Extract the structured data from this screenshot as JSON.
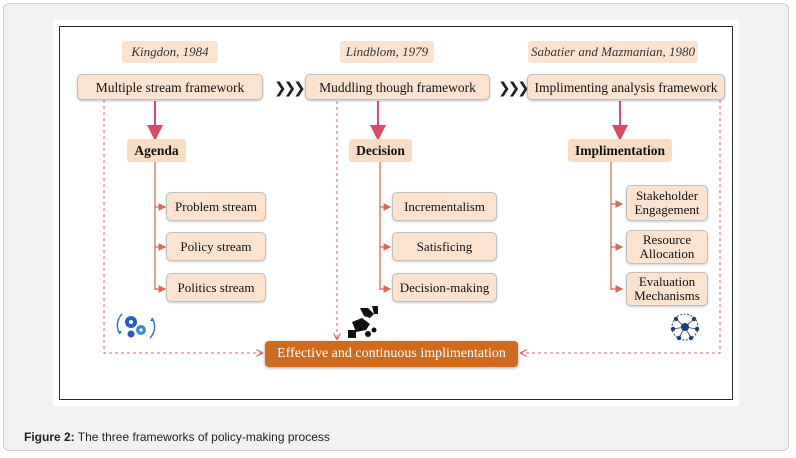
{
  "authors": [
    "Kingdon, 1984",
    "Lindblom, 1979",
    "Sabatier and Mazmanian, 1980"
  ],
  "frameworks": [
    "Multiple stream framework",
    "Muddling though framework",
    "Implimenting analysis framework"
  ],
  "stages": [
    "Agenda",
    "Decision",
    "Implimentation"
  ],
  "items": {
    "agenda": [
      "Problem stream",
      "Policy stream",
      "Politics stream"
    ],
    "decision": [
      "Incrementalism",
      "Satisficing",
      "Decision-making"
    ],
    "implementation": [
      "Stakeholder Engagement",
      "Resource Allocation",
      "Evaluation Mechanisms"
    ]
  },
  "outcome": "Effective and continuous implimentation",
  "caption": {
    "label": "Figure 2:",
    "text": " The three frameworks of policy-making process"
  },
  "icons": [
    "gears-icon",
    "handshake-icon",
    "people-network-icon"
  ],
  "colors": {
    "box_fill": "#fbe3cf",
    "arrow": "#d94a6a",
    "outcome_fill": "#cf6b1f"
  }
}
